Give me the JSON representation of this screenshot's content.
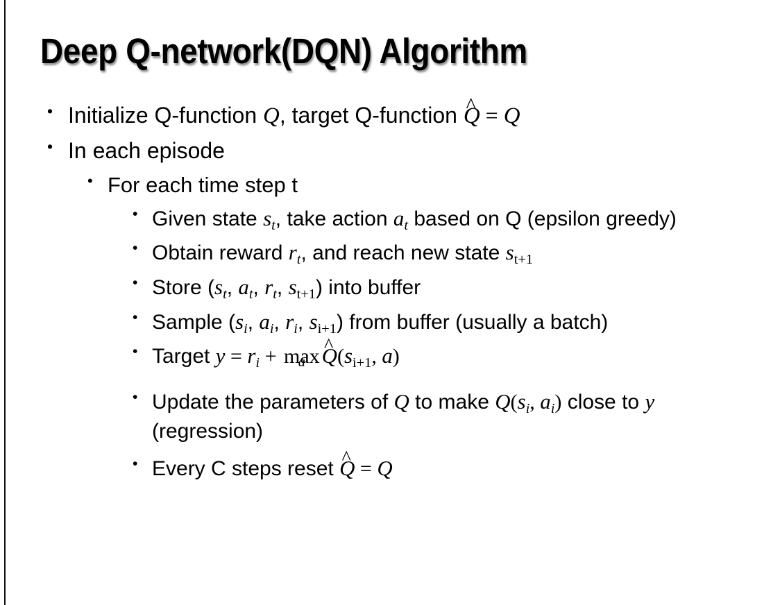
{
  "slide": {
    "title": "Deep Q-network(DQN) Algorithm",
    "background_color": "#ffffff",
    "text_color": "#000000",
    "edge_rule_color": "#111111",
    "bullet_glyph": "•"
  },
  "bullets": {
    "initialize": {
      "level": 1,
      "pre": "Initialize Q-function ",
      "var_q1": "Q",
      "mid": ", target Q-function ",
      "var_qhat": "Q",
      "hat": "^",
      "eq": " = ",
      "var_q2": "Q"
    },
    "in_each_episode": {
      "level": 1,
      "text": "In each episode"
    },
    "for_each_time_step": {
      "level": 2,
      "text": "For each time step t"
    },
    "given_state": {
      "level": 3,
      "pre": "Given state ",
      "s": "s",
      "s_sub": "t",
      "mid": ", take action ",
      "a": "a",
      "a_sub": "t",
      "post": " based on Q (epsilon greedy)"
    },
    "obtain_reward": {
      "level": 3,
      "pre": "Obtain reward ",
      "r": "r",
      "r_sub": "t",
      "mid": ", and reach new state ",
      "s": "s",
      "s_sub": "t+1"
    },
    "store": {
      "level": 3,
      "pre": "Store (",
      "s1": "s",
      "s1_sub": "t",
      "sep1": ", ",
      "a": "a",
      "a_sub": "t",
      "sep2": ", ",
      "r": "r",
      "r_sub": "t",
      "sep3": ", ",
      "s2": "s",
      "s2_sub": "t+1",
      "post": ") into buffer"
    },
    "sample": {
      "level": 3,
      "pre": "Sample (",
      "s1": "s",
      "s1_sub": "i",
      "sep1": ", ",
      "a": "a",
      "a_sub": "i",
      "sep2": ", ",
      "r": "r",
      "r_sub": "i",
      "sep3": ", ",
      "s2": "s",
      "s2_sub": "i+1",
      "post": ") from buffer (usually a batch)"
    },
    "target": {
      "level": 3,
      "pre": "Target ",
      "y": "y",
      "eq": " = ",
      "r": "r",
      "r_sub": "i",
      "plus": " + ",
      "op": "max",
      "op_sub": "a",
      "qhat": "Q",
      "hat": "^",
      "open": "(",
      "s": "s",
      "s_sub": "i+1",
      "comma": ", ",
      "a": "a",
      "close": ")"
    },
    "update": {
      "level": 3,
      "pre": "Update the parameters of ",
      "q1": "Q",
      "mid": " to make ",
      "q2": "Q",
      "open": "(",
      "s": "s",
      "s_sub": "i",
      "comma": ", ",
      "a": "a",
      "a_sub": "i",
      "close": ")",
      "post": " close to ",
      "y": "y",
      "tail": " (regression)"
    },
    "reset": {
      "level": 3,
      "pre": "Every C steps reset ",
      "qhat": "Q",
      "hat": "^",
      "eq": " = ",
      "q": "Q"
    }
  }
}
